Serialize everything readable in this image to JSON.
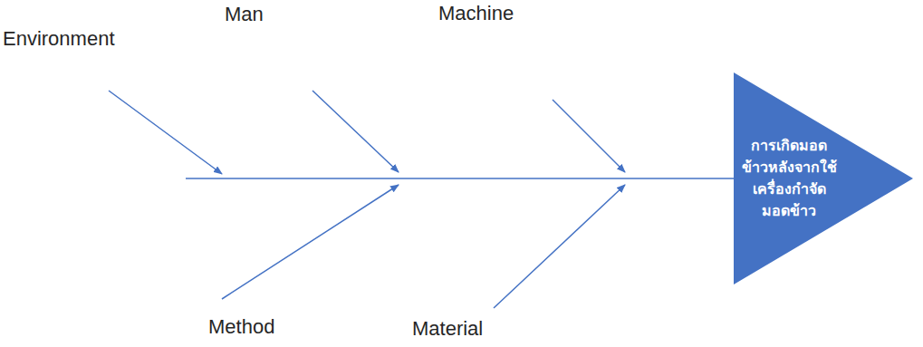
{
  "diagram": {
    "nodes": [
      {
        "text": [
          "การเกิดมอด ข้าวหลังจากใช้ เครื่องกำจัด มอดข้าว"
        ]
      }
    ],
    "labels": [
      "Environment",
      "Man",
      "Machine",
      "Method",
      "Material"
    ]
  }
}
